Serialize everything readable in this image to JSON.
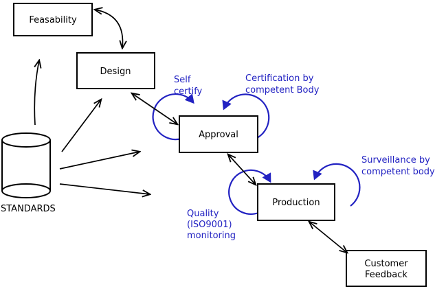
{
  "diagram": {
    "nodes": [
      {
        "id": "feasability",
        "label": "Feasability"
      },
      {
        "id": "design",
        "label": "Design"
      },
      {
        "id": "approval",
        "label": "Approval"
      },
      {
        "id": "production",
        "label": "Production"
      },
      {
        "id": "customer-feedback",
        "lines": [
          "Customer",
          "Feedback"
        ]
      }
    ],
    "datastore": {
      "id": "standards",
      "label": "STANDARDS"
    },
    "annotations": [
      {
        "id": "self-certify",
        "lines": [
          "Self",
          "certify"
        ]
      },
      {
        "id": "certification",
        "lines": [
          "Certification by",
          "competent Body"
        ]
      },
      {
        "id": "surveillance",
        "lines": [
          "Surveillance by",
          "competent body"
        ]
      },
      {
        "id": "quality-monitoring",
        "lines": [
          "Quality",
          "(ISO9001)",
          "monitoring"
        ]
      }
    ],
    "colors": {
      "annotation_blue": "#2222c2",
      "line_black": "#000000",
      "node_fill": "#ffffff",
      "node_border": "#000000",
      "background": "#ffffff"
    }
  }
}
